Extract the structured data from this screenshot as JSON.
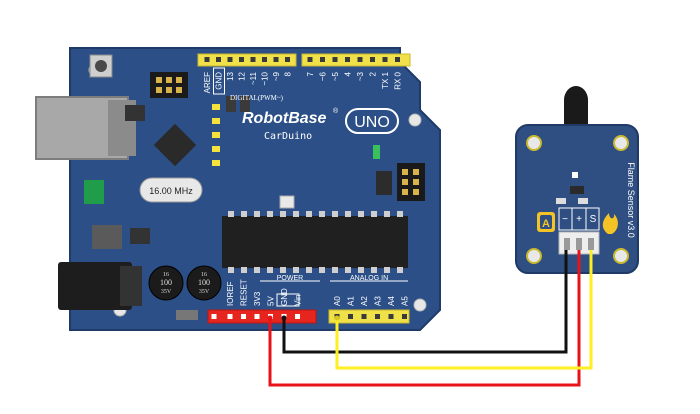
{
  "board": {
    "brand": "RobotBase",
    "registered": "®",
    "model": "UNO",
    "subtitle": "CarDuino",
    "crystal": "16.00 MHz",
    "digital_caption": "DIGITAL(PWM~)",
    "power_caption": "POWER",
    "analog_caption": "ANALOG IN",
    "capacitor_1": [
      "16",
      "100",
      "35V"
    ],
    "capacitor_2": [
      "16",
      "100",
      "35V"
    ],
    "top_header_labels": [
      "AREF",
      "GND",
      "13",
      "12",
      "~11",
      "~10",
      "~9",
      "8",
      "7",
      "~6",
      "~5",
      "4",
      "~3",
      "2",
      "TX 1",
      "RX 0"
    ],
    "bottom_header_labels": [
      "IOREF",
      "RESET",
      "3V3",
      "5V",
      "GND",
      "Vin",
      "A0",
      "A1",
      "A2",
      "A3",
      "A4",
      "A5"
    ]
  },
  "sensor": {
    "title": "Flame Sensor v3.0",
    "pins": [
      "−",
      "+",
      "S"
    ],
    "badge": "A"
  },
  "wires": [
    {
      "from": "5V",
      "to": "+",
      "color": "#e8131a"
    },
    {
      "from": "GND",
      "to": "−",
      "color": "#111111"
    },
    {
      "from": "A0",
      "to": "S",
      "color": "#ffee22"
    }
  ],
  "colors": {
    "board": "#2b4f86",
    "sensor_board": "#2f4f82",
    "header_yellow": "#f0e04a",
    "header_red": "#e6261e"
  }
}
